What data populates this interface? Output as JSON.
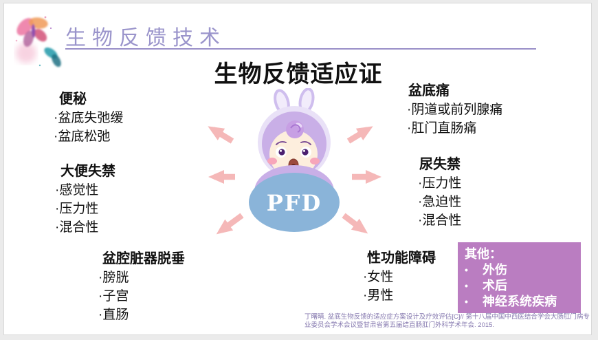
{
  "header": {
    "title": "生物反馈技术"
  },
  "main_title": "生物反馈适应证",
  "center_label": "PFD",
  "sections": [
    {
      "title": "便秘",
      "items": [
        "·盆底失弛缓",
        "·盆底松弛"
      ]
    },
    {
      "title": "大便失禁",
      "items": [
        "·感觉性",
        "·压力性",
        "·混合性"
      ]
    },
    {
      "title": "盆腔脏器脱垂",
      "items": [
        "·膀胱",
        "·子宫",
        "·直肠"
      ]
    },
    {
      "title": "盆底痛",
      "items": [
        "·阴道或前列腺痛",
        "·肛门直肠痛"
      ]
    },
    {
      "title": "尿失禁",
      "items": [
        "·压力性",
        "·急迫性",
        "·混合性"
      ]
    },
    {
      "title": "性功能障碍",
      "items": [
        "·女性",
        "·男性"
      ]
    }
  ],
  "other_box": {
    "title": "其他：",
    "bullet": "•",
    "items": [
      "外伤",
      "术后",
      "神经系统疾病"
    ]
  },
  "citation": "丁曙晴. 盆底生物反馈的适应症方案设计及疗效评估[C]// 第十八届中国中西医结合学会大肠肛门病专业委员会学术会议暨甘肃省第五届结直肠肛门外科学术年会. 2015.",
  "icons": {
    "decoration": "watercolor-butterflies",
    "arrows": "radiating-arrows",
    "figure": "worried-baby-mascot"
  },
  "colors": {
    "header_purple": "#9a94cb",
    "underline_purple": "#9a8fc8",
    "arrow_pink": "#f5b8b8",
    "oval_blue": "#8ab4d9",
    "hood_purple": "#c9afe7",
    "other_box_purple": "#ba7dc1",
    "citation_purple": "#8477ae",
    "title_black": "#111111"
  }
}
